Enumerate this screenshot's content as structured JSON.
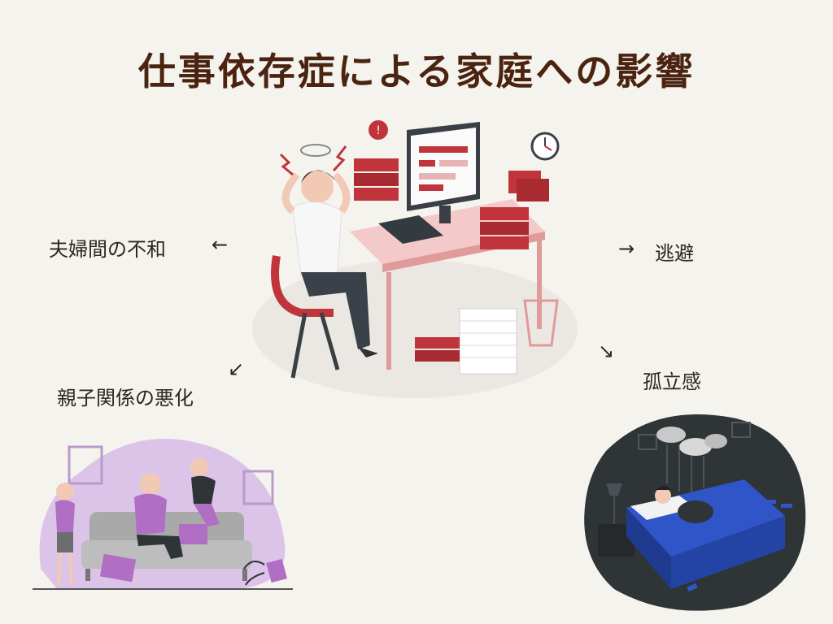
{
  "title": "仕事依存症による家庭への影響",
  "labels": {
    "marital": "夫婦間の不和",
    "escape": "逃避",
    "parent_child": "親子関係の悪化",
    "isolation": "孤立感"
  },
  "arrows": {
    "left": "←",
    "right": "→",
    "down_left": "↙",
    "down_right": "↘"
  },
  "colors": {
    "background": "#f5f3ee",
    "title": "#4a2410",
    "accent_red": "#c0353b",
    "purple": "#b06fc4",
    "dark_bg": "#2f3437",
    "bed_blue": "#2f55c8"
  },
  "illustrations": {
    "center": "stressed-worker-icon",
    "bottom_left": "family-conflict-icon",
    "bottom_right": "lonely-bedroom-icon"
  }
}
